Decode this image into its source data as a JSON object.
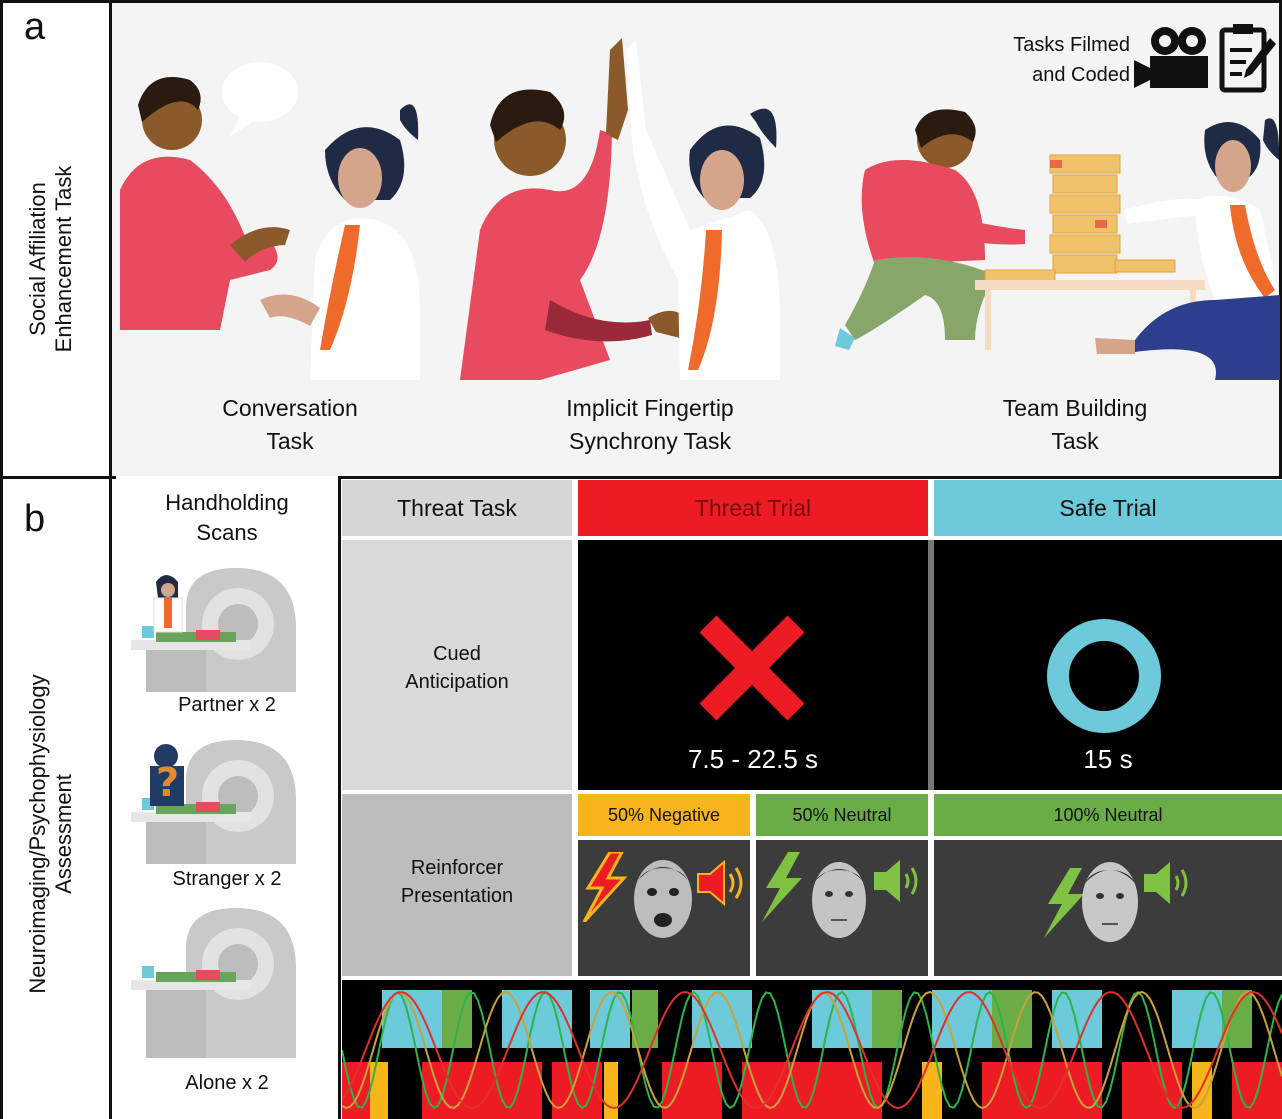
{
  "panel_a": {
    "letter": "a",
    "side_label_line1": "Social Affiliation",
    "side_label_line2": "Enhancement Task",
    "filmed_line1": "Tasks Filmed",
    "filmed_line2": "and Coded",
    "tasks": [
      {
        "line1": "Conversation",
        "line2": "Task"
      },
      {
        "line1": "Implicit Fingertip",
        "line2": "Synchrony Task"
      },
      {
        "line1": "Team Building",
        "line2": "Task"
      }
    ],
    "icons": [
      "video-camera-icon",
      "clipboard-pen-icon",
      "speech-bubble-icon"
    ]
  },
  "panel_b": {
    "letter": "b",
    "side_label_line1": "Neuroimaging/Psychophysiology",
    "side_label_line2": "Assessment",
    "scans_title_line1": "Handholding",
    "scans_title_line2": "Scans",
    "scans": [
      "Partner x 2",
      "Stranger x 2",
      "Alone x 2"
    ],
    "threat_task_label": "Threat Task",
    "threat_trial_label": "Threat Trial",
    "safe_trial_label": "Safe Trial",
    "cued_line1": "Cued",
    "cued_line2": "Anticipation",
    "threat_duration": "7.5 - 22.5 s",
    "safe_duration": "15 s",
    "reinforcer_line1": "Reinforcer",
    "reinforcer_line2": "Presentation",
    "threat_neg_label": "50% Negative",
    "threat_neutral_label": "50% Neutral",
    "safe_neutral_label": "100% Neutral"
  },
  "colors": {
    "threat_red": "#ed1c24",
    "safe_cyan": "#6ccadb",
    "negative_yellow": "#f7b51b",
    "neutral_green": "#6aac46",
    "shirt_red": "#e84a5f",
    "orange_vest": "#ef6b2c"
  }
}
